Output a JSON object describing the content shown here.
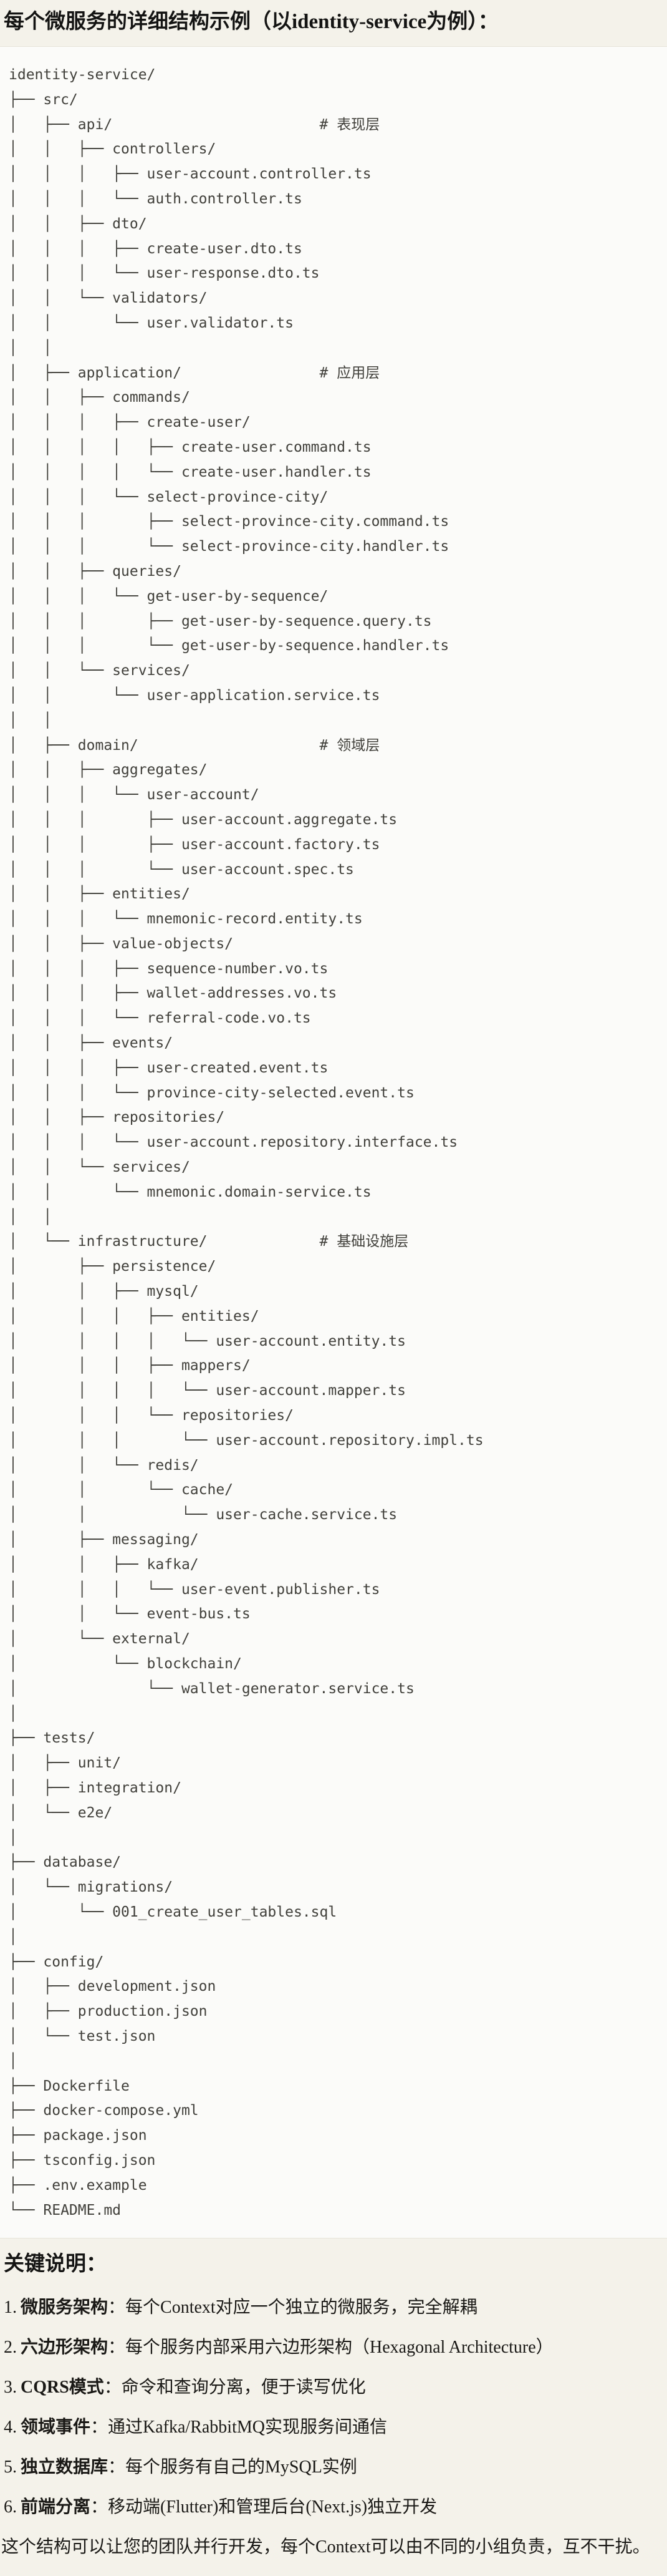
{
  "heading": "每个微服务的详细结构示例（以identity-service为例）：",
  "tree_lines": [
    "identity-service/",
    "├── src/",
    "│   ├── api/                        # 表现层",
    "│   │   ├── controllers/",
    "│   │   │   ├── user-account.controller.ts",
    "│   │   │   └── auth.controller.ts",
    "│   │   ├── dto/",
    "│   │   │   ├── create-user.dto.ts",
    "│   │   │   └── user-response.dto.ts",
    "│   │   └── validators/",
    "│   │       └── user.validator.ts",
    "│   │",
    "│   ├── application/                # 应用层",
    "│   │   ├── commands/",
    "│   │   │   ├── create-user/",
    "│   │   │   │   ├── create-user.command.ts",
    "│   │   │   │   └── create-user.handler.ts",
    "│   │   │   └── select-province-city/",
    "│   │   │       ├── select-province-city.command.ts",
    "│   │   │       └── select-province-city.handler.ts",
    "│   │   ├── queries/",
    "│   │   │   └── get-user-by-sequence/",
    "│   │   │       ├── get-user-by-sequence.query.ts",
    "│   │   │       └── get-user-by-sequence.handler.ts",
    "│   │   └── services/",
    "│   │       └── user-application.service.ts",
    "│   │",
    "│   ├── domain/                     # 领域层",
    "│   │   ├── aggregates/",
    "│   │   │   └── user-account/",
    "│   │   │       ├── user-account.aggregate.ts",
    "│   │   │       ├── user-account.factory.ts",
    "│   │   │       └── user-account.spec.ts",
    "│   │   ├── entities/",
    "│   │   │   └── mnemonic-record.entity.ts",
    "│   │   ├── value-objects/",
    "│   │   │   ├── sequence-number.vo.ts",
    "│   │   │   ├── wallet-addresses.vo.ts",
    "│   │   │   └── referral-code.vo.ts",
    "│   │   ├── events/",
    "│   │   │   ├── user-created.event.ts",
    "│   │   │   └── province-city-selected.event.ts",
    "│   │   ├── repositories/",
    "│   │   │   └── user-account.repository.interface.ts",
    "│   │   └── services/",
    "│   │       └── mnemonic.domain-service.ts",
    "│   │",
    "│   └── infrastructure/             # 基础设施层",
    "│       ├── persistence/",
    "│       │   ├── mysql/",
    "│       │   │   ├── entities/",
    "│       │   │   │   └── user-account.entity.ts",
    "│       │   │   ├── mappers/",
    "│       │   │   │   └── user-account.mapper.ts",
    "│       │   │   └── repositories/",
    "│       │   │       └── user-account.repository.impl.ts",
    "│       │   └── redis/",
    "│       │       └── cache/",
    "│       │           └── user-cache.service.ts",
    "│       ├── messaging/",
    "│       │   ├── kafka/",
    "│       │   │   └── user-event.publisher.ts",
    "│       │   └── event-bus.ts",
    "│       └── external/",
    "│           └── blockchain/",
    "│               └── wallet-generator.service.ts",
    "│",
    "├── tests/",
    "│   ├── unit/",
    "│   ├── integration/",
    "│   └── e2e/",
    "│",
    "├── database/",
    "│   └── migrations/",
    "│       └── 001_create_user_tables.sql",
    "│",
    "├── config/",
    "│   ├── development.json",
    "│   ├── production.json",
    "│   └── test.json",
    "│",
    "├── Dockerfile",
    "├── docker-compose.yml",
    "├── package.json",
    "├── tsconfig.json",
    "├── .env.example",
    "└── README.md"
  ],
  "notes": {
    "heading": "关键说明：",
    "items": [
      {
        "number": "1.",
        "label": "微服务架构",
        "text": "：每个Context对应一个独立的微服务，完全解耦"
      },
      {
        "number": "2.",
        "label": "六边形架构",
        "text": "：每个服务内部采用六边形架构（Hexagonal Architecture）"
      },
      {
        "number": "3.",
        "label": "CQRS模式",
        "text": "：命令和查询分离，便于读写优化"
      },
      {
        "number": "4.",
        "label": "领域事件",
        "text": "：通过Kafka/RabbitMQ实现服务间通信"
      },
      {
        "number": "5.",
        "label": "独立数据库",
        "text": "：每个服务有自己的MySQL实例"
      },
      {
        "number": "6.",
        "label": "前端分离",
        "text": "：移动端(Flutter)和管理后台(Next.js)独立开发"
      }
    ]
  },
  "footer_text": "这个结构可以让您的团队并行开发，每个Context可以由不同的小组负责，互不干扰。",
  "colors": {
    "page_bg": "#f4f2ea",
    "code_bg": "#fbfbf9",
    "code_border": "#e6e4da",
    "code_text": "#41403b",
    "text": "#141413"
  }
}
